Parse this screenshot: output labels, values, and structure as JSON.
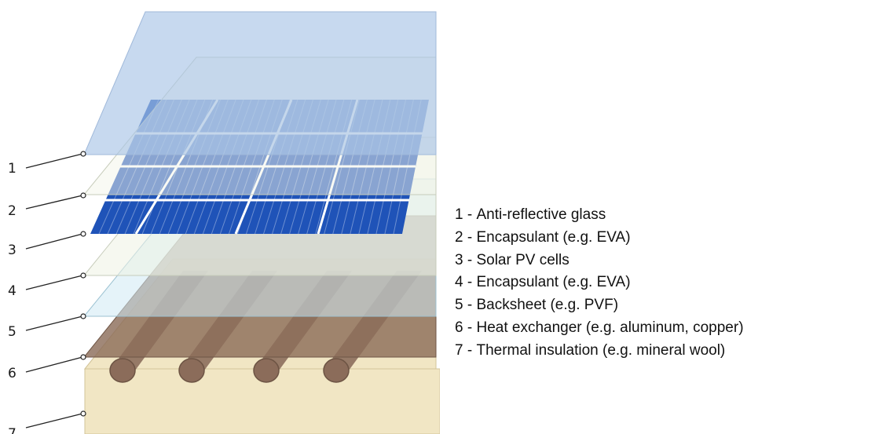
{
  "diagram": {
    "layers": [
      {
        "number": "1",
        "label": "Anti-reflective glass",
        "color": "#a9c4e6"
      },
      {
        "number": "2",
        "label": "Encapsulant (e.g. EVA)",
        "color": "#f3f5ea"
      },
      {
        "number": "3",
        "label": "Solar PV cells",
        "color": "#1f53b8"
      },
      {
        "number": "4",
        "label": "Encapsulant (e.g. EVA)",
        "color": "#f3f5ea"
      },
      {
        "number": "5",
        "label": "Backsheet (e.g. PVF)",
        "color": "#d3ecf5"
      },
      {
        "number": "6",
        "label": "Heat exchanger (e.g. aluminum, copper)",
        "color": "#8c6e5a"
      },
      {
        "number": "7",
        "label": "Thermal insulation (e.g. mineral wool)",
        "color": "#f1e6c4"
      }
    ],
    "separator": " - "
  }
}
